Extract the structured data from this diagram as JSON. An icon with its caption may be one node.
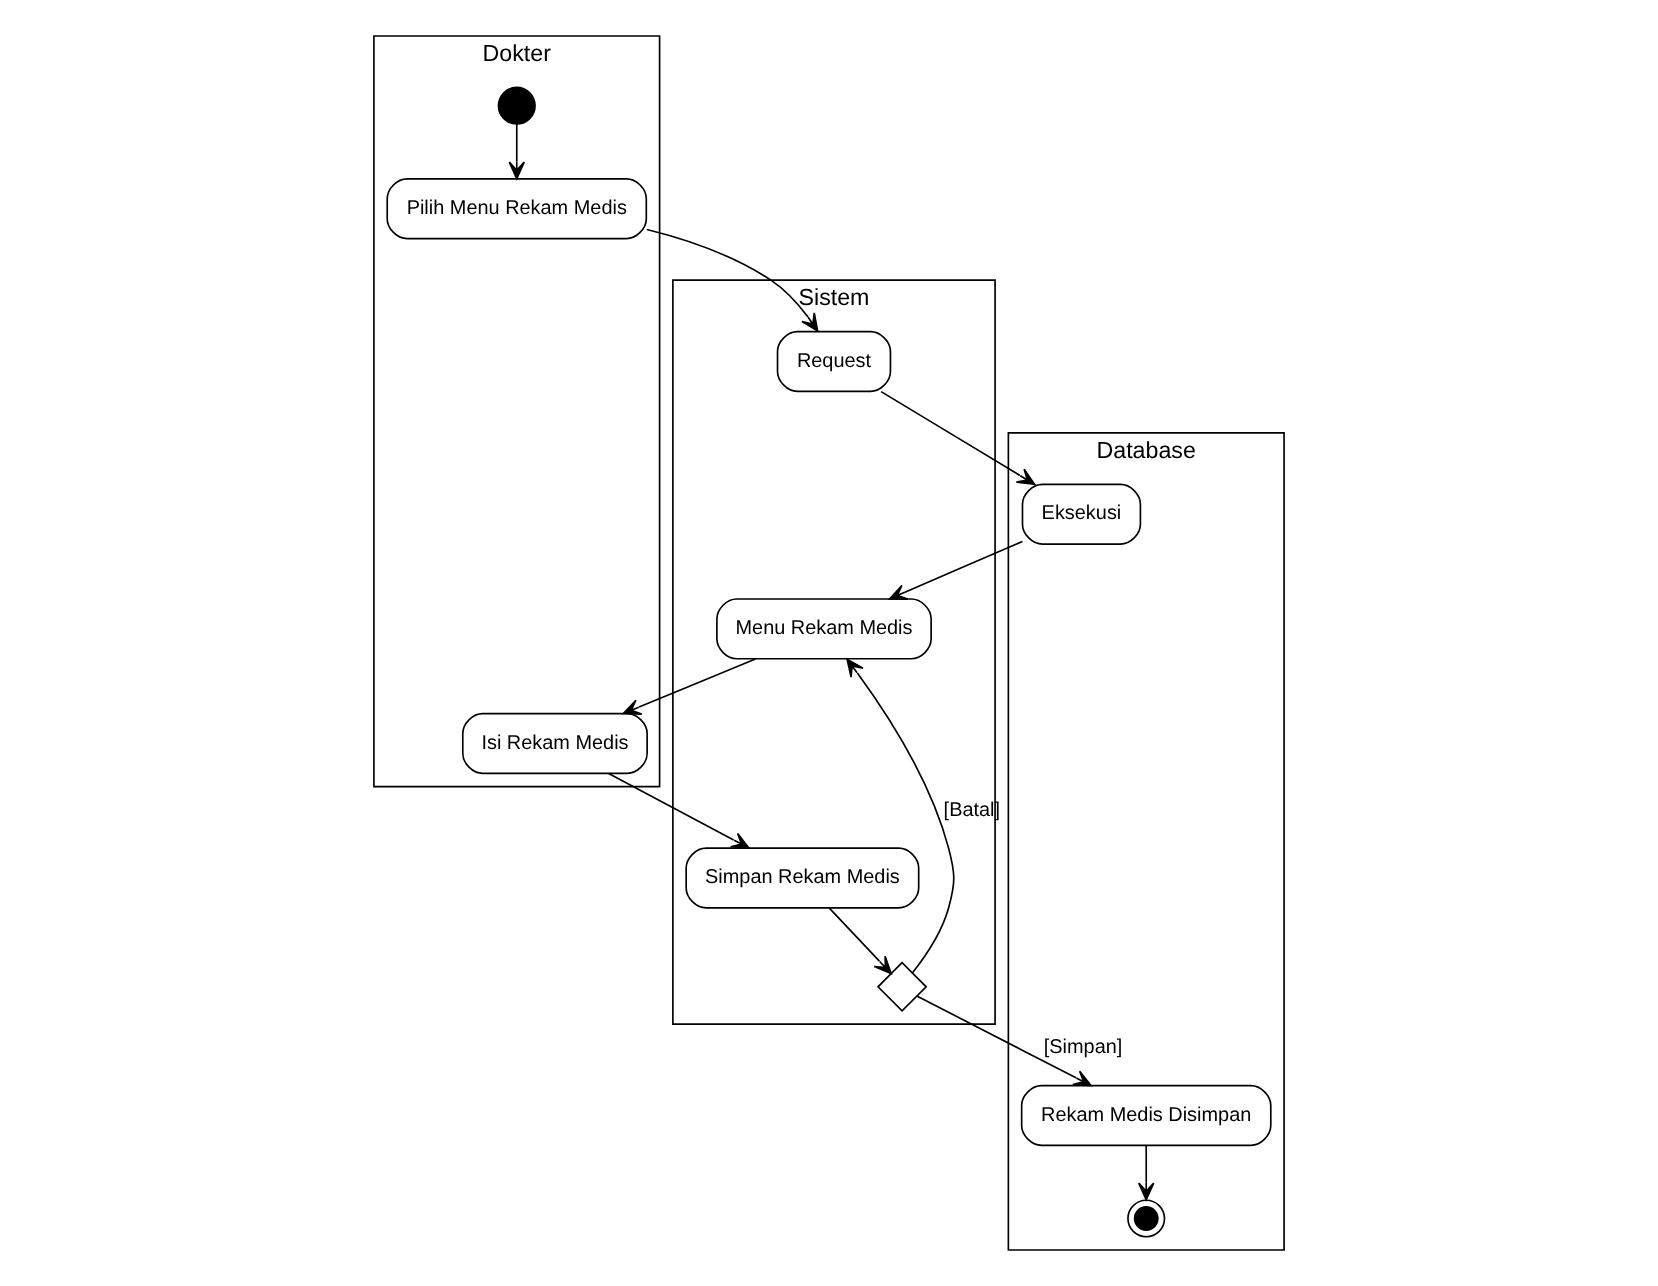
{
  "diagram": {
    "nodes": [
      {
        "text": [
          "Dokter"
        ]
      },
      {
        "text": [],
        "shape": "circle",
        "in": 0
      },
      {
        "text": [
          "Pilih Menu Rekam Medis"
        ],
        "in": 0
      },
      {
        "text": [
          "Isi Rekam Medis"
        ],
        "in": 0
      },
      {
        "text": [
          "Sistem"
        ]
      },
      {
        "text": [
          "Request"
        ],
        "in": 4
      },
      {
        "text": [
          "Menu Rekam Medis"
        ],
        "in": 4
      },
      {
        "text": [
          "Simpan Rekam Medis"
        ],
        "in": 4
      },
      {
        "text": [],
        "shape": "diamond",
        "in": 4
      },
      {
        "text": [
          "Database"
        ]
      },
      {
        "text": [
          "Eksekusi"
        ],
        "in": 9
      },
      {
        "text": [
          "Rekam Medis Disimpan"
        ],
        "in": 9
      },
      {
        "text": [],
        "shape": "circle",
        "in": 9
      }
    ],
    "edges": [
      {
        "from": 1,
        "to": 2,
        "arrow": "to"
      },
      {
        "from": 2,
        "to": 5,
        "arrow": "to"
      },
      {
        "from": 5,
        "to": 10,
        "arrow": "to"
      },
      {
        "from": 10,
        "to": 6,
        "arrow": "to"
      },
      {
        "from": 6,
        "to": 3,
        "arrow": "to"
      },
      {
        "from": 3,
        "to": 7,
        "arrow": "to"
      },
      {
        "from": 7,
        "to": 8,
        "arrow": "to"
      },
      {
        "from": 8,
        "to": 11,
        "arrow": "to",
        "label": "[Simpan]"
      },
      {
        "from": 8,
        "to": 6,
        "arrow": "to",
        "label": "[Batal]"
      },
      {
        "from": 11,
        "to": 12,
        "arrow": "to"
      }
    ]
  }
}
